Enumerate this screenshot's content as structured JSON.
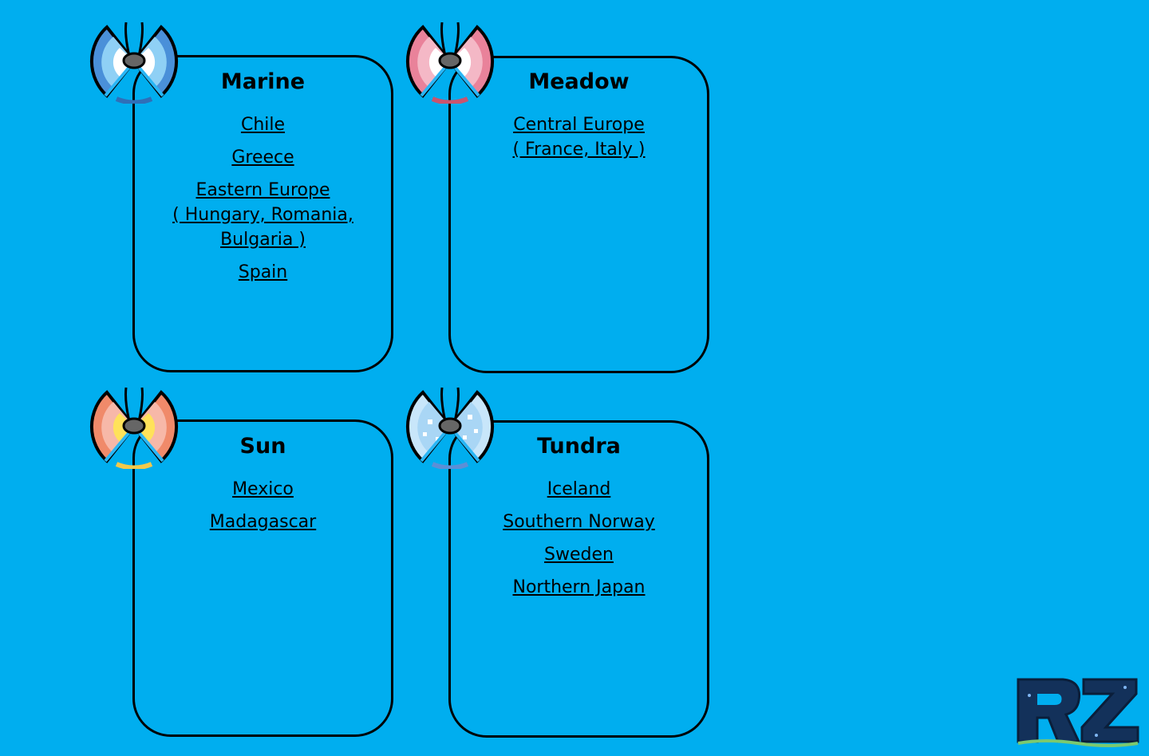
{
  "cards": [
    {
      "id": "marine",
      "title": "Marine",
      "pattern_colors": [
        "#4A90D9",
        "#8FD0F5",
        "#FFFFFF"
      ],
      "regions": [
        {
          "lines": [
            "Chile"
          ]
        },
        {
          "lines": [
            "Greece"
          ]
        },
        {
          "lines": [
            "Eastern Europe",
            "( Hungary, Romania,",
            "Bulgaria )"
          ]
        },
        {
          "lines": [
            "Spain"
          ]
        }
      ]
    },
    {
      "id": "meadow",
      "title": "Meadow",
      "pattern_colors": [
        "#E9829A",
        "#F4B8C6",
        "#FFFFFF"
      ],
      "regions": [
        {
          "lines": [
            "Central Europe",
            "( France, Italy )"
          ]
        }
      ]
    },
    {
      "id": "sun",
      "title": "Sun",
      "pattern_colors": [
        "#F08A6A",
        "#FFE25A",
        "#F7B8A8"
      ],
      "regions": [
        {
          "lines": [
            "Mexico"
          ]
        },
        {
          "lines": [
            "Madagascar"
          ]
        }
      ]
    },
    {
      "id": "tundra",
      "title": "Tundra",
      "pattern_colors": [
        "#7DB7E8",
        "#C8E6FA",
        "#FFFFFF"
      ],
      "regions": [
        {
          "lines": [
            "Iceland"
          ]
        },
        {
          "lines": [
            "Southern Norway"
          ]
        },
        {
          "lines": [
            "Sweden"
          ]
        },
        {
          "lines": [
            "Northern Japan"
          ]
        }
      ]
    }
  ],
  "logo": {
    "icon": "rz-logo-icon"
  },
  "colors": {
    "background": "#00AEEF",
    "border": "#000000"
  }
}
